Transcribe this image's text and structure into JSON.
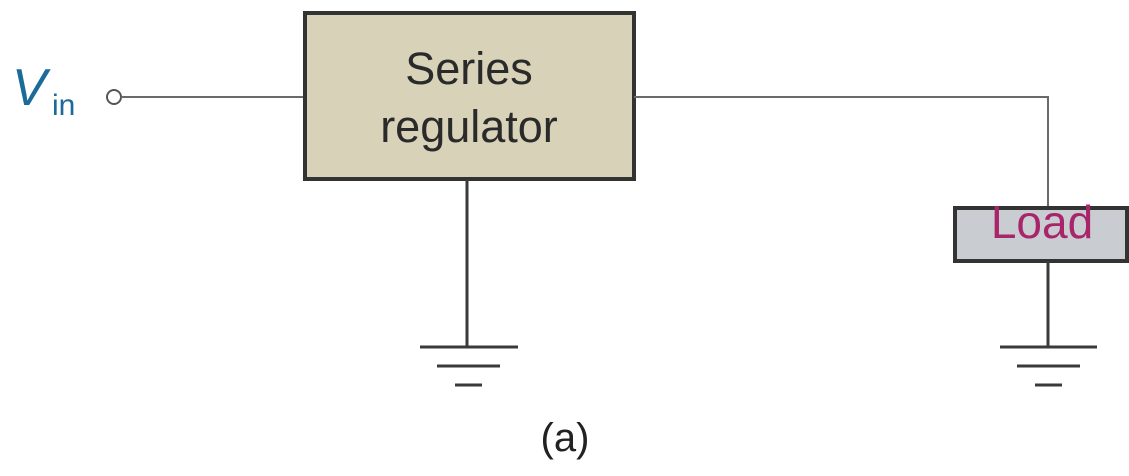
{
  "input": {
    "symbol": "V",
    "subscript": "in",
    "color": "#1a6a9a"
  },
  "regulator": {
    "label_line1": "Series",
    "label_line2": "regulator",
    "fill": "#d8d2b8"
  },
  "load": {
    "label": "Load",
    "label_color": "#a8256a",
    "fill": "#c9ccd1"
  },
  "caption": "(a)"
}
